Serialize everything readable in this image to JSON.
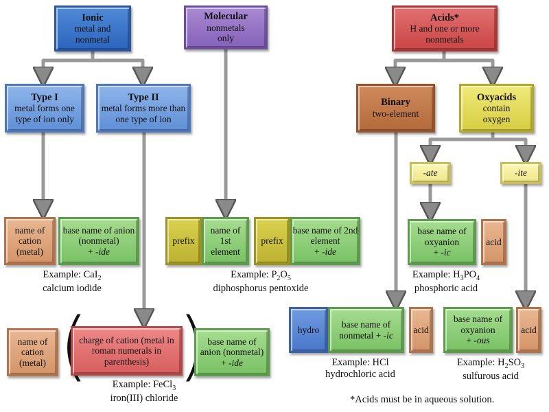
{
  "ionic": {
    "title": "Ionic",
    "desc": "metal and nonmetal"
  },
  "molecular": {
    "title": "Molecular",
    "desc": "nonmetals only"
  },
  "acids": {
    "title": "Acids*",
    "desc": "H and one or more nonmetals"
  },
  "type1": {
    "title": "Type I",
    "desc": "metal forms one type of ion only"
  },
  "type2": {
    "title": "Type II",
    "desc": "metal forms more than one type of ion"
  },
  "binary": {
    "title": "Binary",
    "desc": "two-element"
  },
  "oxyacids": {
    "title": "Oxyacids",
    "desc": "contain oxygen"
  },
  "ate": "-ate",
  "ite": "-ite",
  "t1_cation": "name of cation (metal)",
  "t1_anion": {
    "line1": "base name of anion (nonmetal)",
    "line2a": "+ ",
    "line2b": "-ide"
  },
  "t1_example": {
    "prefix": "Example: CaI",
    "sub": "2",
    "name": "calcium iodide"
  },
  "mol_prefix1": "prefix",
  "mol_name1": "name of 1st element",
  "mol_prefix2": "prefix",
  "mol_name2": {
    "line1": "base name of 2nd element",
    "line2a": "+ ",
    "line2b": "-ide"
  },
  "mol_example": {
    "a": "Example: P",
    "s1": "2",
    "b": "O",
    "s2": "5",
    "name": "diphosphorus pentoxide"
  },
  "ate_base": {
    "line1": "base name of oxyanion",
    "line2a": "+ ",
    "line2b": "-ic"
  },
  "ate_acid": "acid",
  "ate_example": {
    "a": "Example: H",
    "s1": "3",
    "b": "PO",
    "s2": "4",
    "name": "phosphoric acid"
  },
  "t2_cation": "name of cation (metal)",
  "t2_charge": "charge of cation (metal in roman numerals in parenthesis)",
  "t2_anion": {
    "line1": "base name of anion (nonmetal)",
    "line2a": "+ ",
    "line2b": "-ide"
  },
  "t2_example": {
    "a": "Example: FeCl",
    "s1": "3",
    "name": "iron(III) chloride"
  },
  "bin_hydro": "hydro",
  "bin_base": {
    "line1": "base name of nonmetal + ",
    "line2b": "-ic"
  },
  "bin_acid": "acid",
  "bin_example": {
    "a": "Example: HCl",
    "name": "hydrochloric acid"
  },
  "ite_base": {
    "line1": "base name of oxyanion",
    "line2a": "+ ",
    "line2b": "-ous"
  },
  "ite_acid": "acid",
  "ite_example": {
    "a": "Example: H",
    "s1": "2",
    "b": "SO",
    "s2": "3",
    "name": "sulfurous acid"
  },
  "footnote": "*Acids must be in aqueous solution."
}
